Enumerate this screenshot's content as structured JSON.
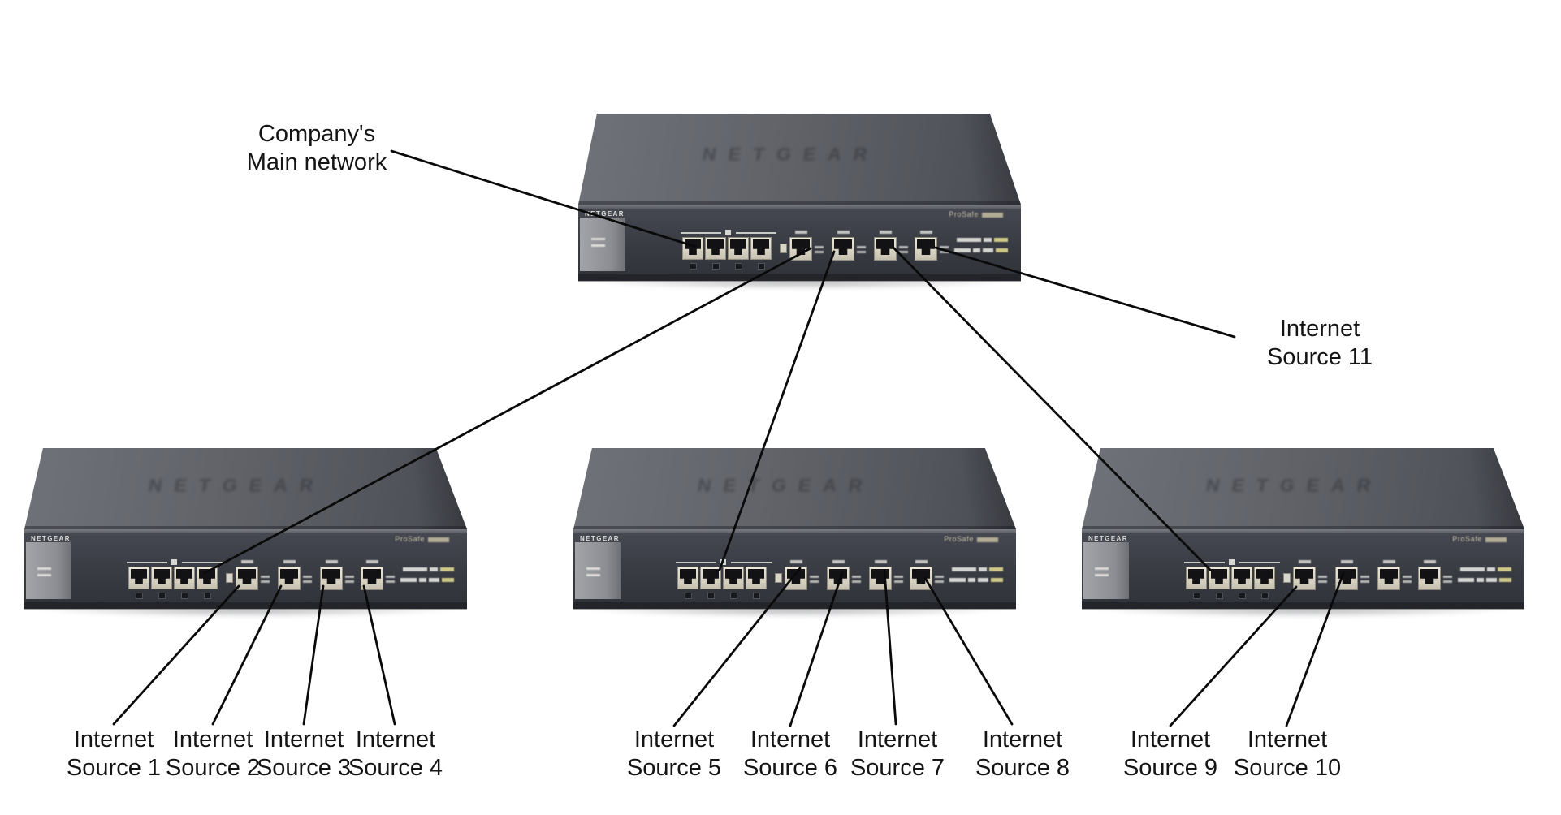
{
  "labels": {
    "company": {
      "line1": "Company's",
      "line2": "Main network"
    },
    "source11": {
      "line1": "Internet",
      "line2": "Source 11"
    },
    "bottom": [
      {
        "line1": "Internet",
        "line2": "Source 1"
      },
      {
        "line1": "Internet",
        "line2": "Source 2"
      },
      {
        "line1": "Internet",
        "line2": "Source 3"
      },
      {
        "line1": "Internet",
        "line2": "Source 4"
      },
      {
        "line1": "Internet",
        "line2": "Source 5"
      },
      {
        "line1": "Internet",
        "line2": "Source 6"
      },
      {
        "line1": "Internet",
        "line2": "Source 7"
      },
      {
        "line1": "Internet",
        "line2": "Source 8"
      },
      {
        "line1": "Internet",
        "line2": "Source 9"
      },
      {
        "line1": "Internet",
        "line2": "Source 10"
      }
    ]
  },
  "device": {
    "brand": "NETGEAR",
    "ghost_logo": "NETGEAR",
    "model_badge": "ProSafe"
  },
  "colors": {
    "connector": "#0a0a0a",
    "label_text": "#141414",
    "chassis_top": "#64666d",
    "chassis_front": "#3d3f47",
    "port_face": "#ddd8ca"
  }
}
